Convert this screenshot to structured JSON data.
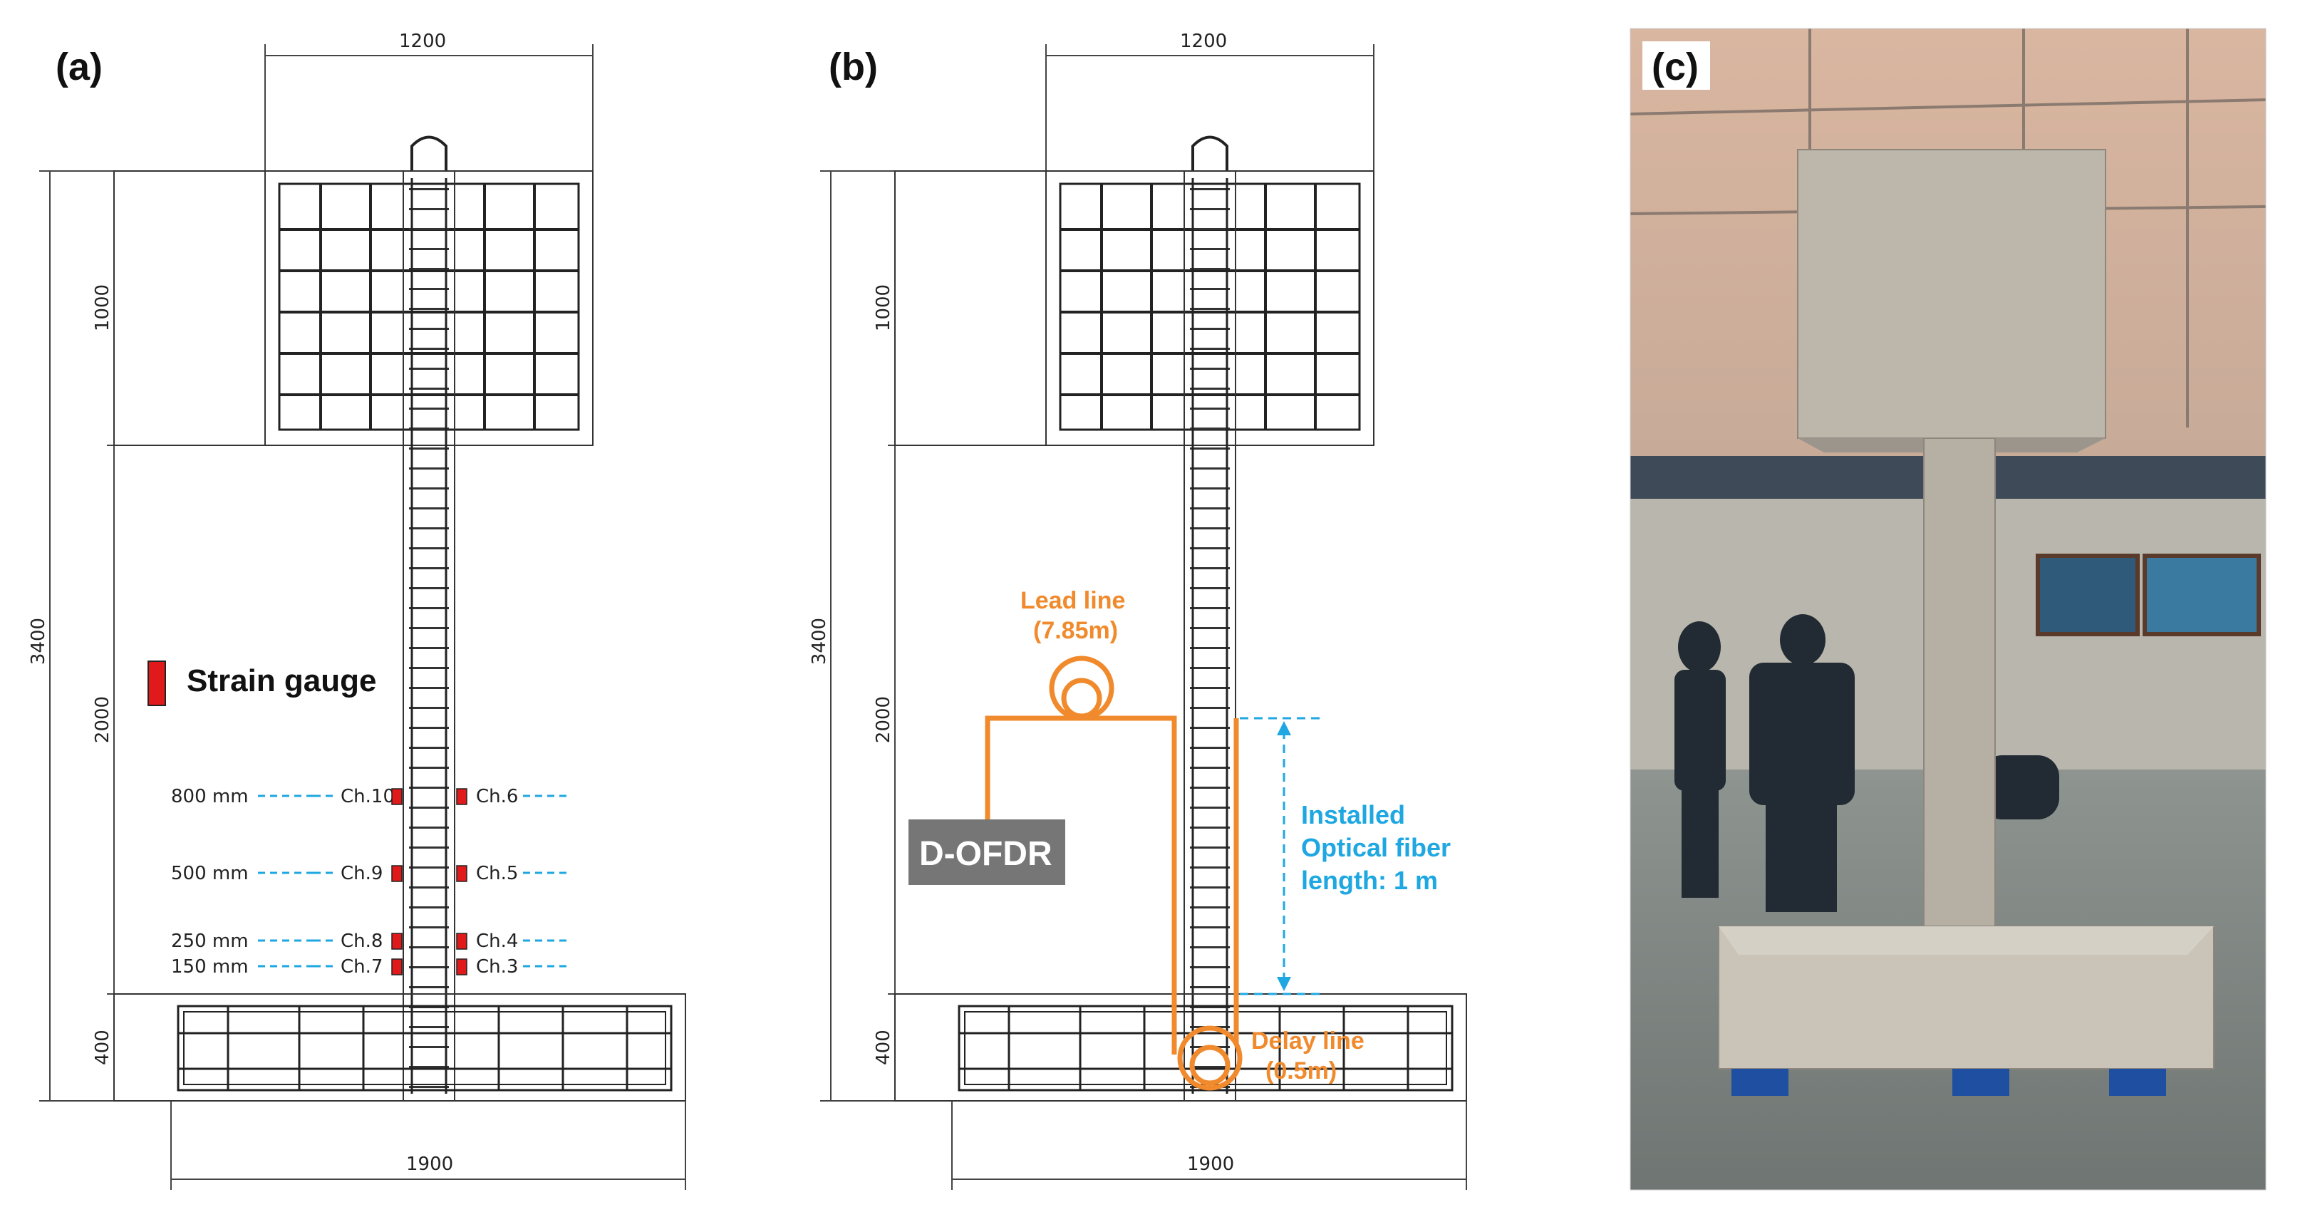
{
  "panels": {
    "a": {
      "label": "(a)",
      "dims": {
        "top_width": "1200",
        "bottom_width": "1900",
        "total_height": "3400",
        "head_height": "1000",
        "column_height": "2000",
        "base_height": "400"
      },
      "legend": "Strain gauge",
      "gauges": [
        {
          "height": "800  mm",
          "left_ch": "Ch.10",
          "right_ch": "Ch.6"
        },
        {
          "height": "500  mm",
          "left_ch": "Ch.9",
          "right_ch": "Ch.5"
        },
        {
          "height": "250  mm",
          "left_ch": "Ch.8",
          "right_ch": "Ch.4"
        },
        {
          "height": "150  mm",
          "left_ch": "Ch.7",
          "right_ch": "Ch.3"
        }
      ]
    },
    "b": {
      "label": "(b)",
      "dims": {
        "top_width": "1200",
        "bottom_width": "1900",
        "total_height": "3400",
        "head_height": "1000",
        "column_height": "2000",
        "base_height": "400"
      },
      "device": "D-OFDR",
      "lead_line": {
        "title": "Lead line",
        "value": "(7.85m)"
      },
      "delay_line": {
        "title": "Delay line",
        "value": "(0.5m)"
      },
      "installed": [
        "Installed",
        "Optical fiber",
        "length: 1 m"
      ]
    },
    "c": {
      "label": "(c)"
    }
  },
  "colors": {
    "orange": "#f08a2c",
    "cyan": "#1ea7e1",
    "gauge_red": "#e0191b",
    "device_gray": "#767676"
  }
}
